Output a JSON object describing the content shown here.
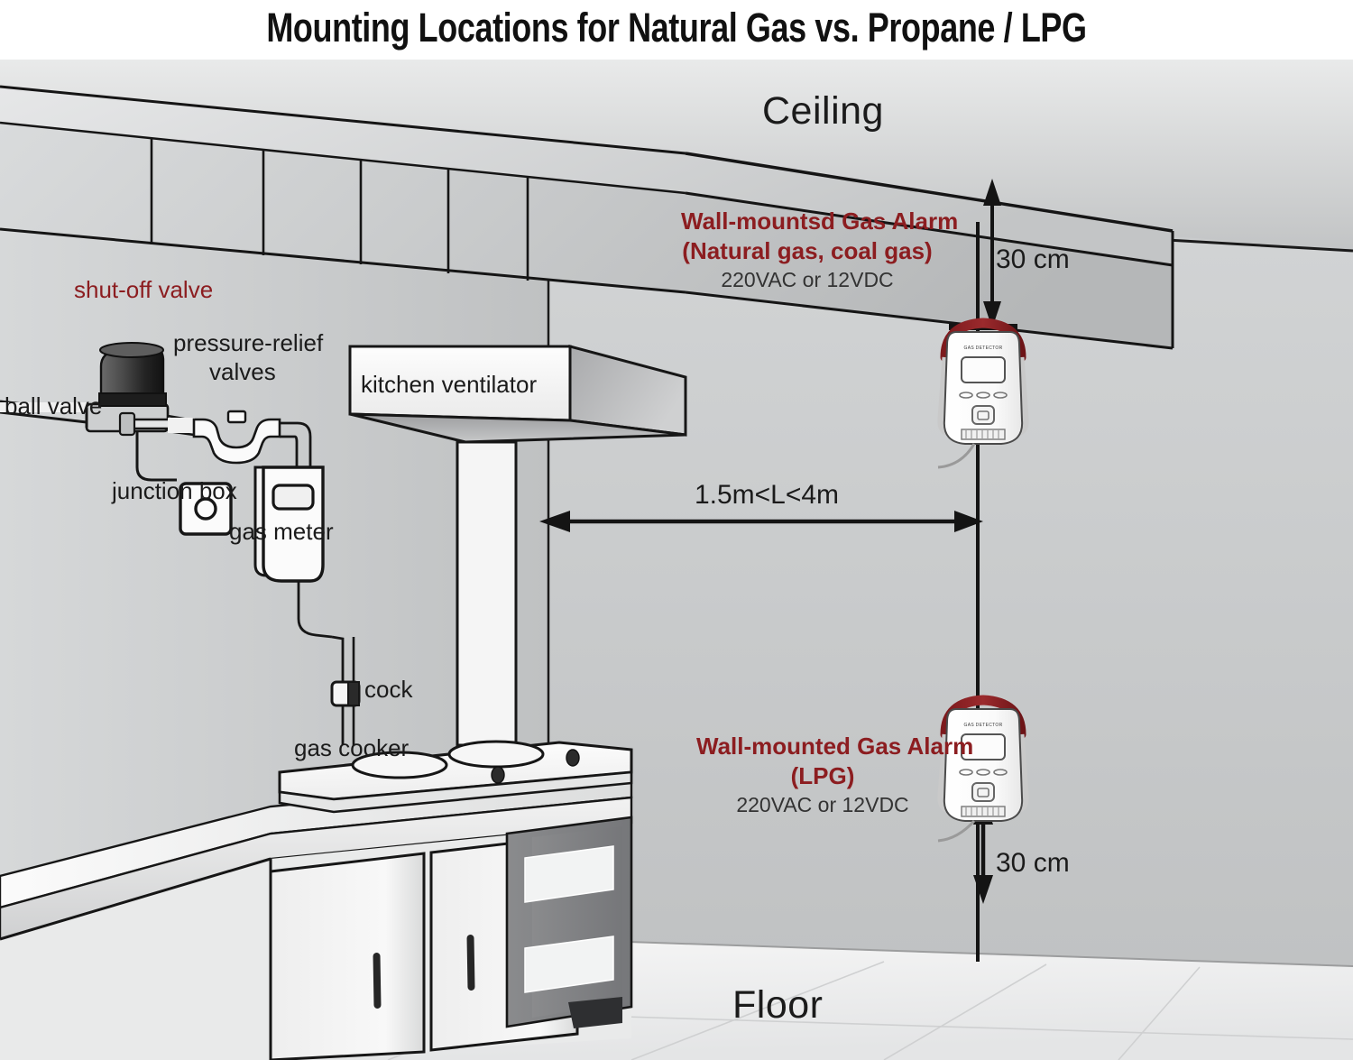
{
  "title": "Mounting Locations for Natural Gas vs. Propane / LPG",
  "room": {
    "ceiling_label": "Ceiling",
    "floor_label": "Floor"
  },
  "equipment": [
    {
      "id": "shut-off-valve",
      "label": "shut-off valve",
      "color": "#8c1d20"
    },
    {
      "id": "pressure-relief",
      "label": "pressure-relief",
      "color": "#1b1b1b"
    },
    {
      "id": "pressure-relief-2",
      "label": "valves",
      "color": "#1b1b1b"
    },
    {
      "id": "ball-valve",
      "label": "ball valve",
      "color": "#1b1b1b"
    },
    {
      "id": "junction-box",
      "label": "junction box",
      "color": "#1b1b1b"
    },
    {
      "id": "gas-meter",
      "label": "gas meter",
      "color": "#1b1b1b"
    },
    {
      "id": "kitchen-ventilator",
      "label": "kitchen ventilator",
      "color": "#1b1b1b"
    },
    {
      "id": "cock",
      "label": "cock",
      "color": "#1b1b1b"
    },
    {
      "id": "gas-cooker",
      "label": "gas cooker",
      "color": "#1b1b1b"
    }
  ],
  "alarms": [
    {
      "id": "natural-gas-alarm",
      "line1": "Wall-mountsd Gas Alarm",
      "line2": "(Natural gas, coal gas)",
      "line3": "220VAC or 12VDC",
      "title_color": "#8c1d20",
      "spec_color": "#333333",
      "device_caption": "GAS DETECTOR",
      "mount_distance": "30 cm",
      "mount_reference": "ceiling"
    },
    {
      "id": "lpg-alarm",
      "line1": "Wall-mounted Gas Alarm",
      "line2": "(LPG)",
      "line3": "220VAC or 12VDC",
      "title_color": "#8c1d20",
      "spec_color": "#333333",
      "device_caption": "GAS DETECTOR",
      "mount_distance": "30 cm",
      "mount_reference": "floor"
    }
  ],
  "dimensions": {
    "horizontal_span": "1.5m<L<4m",
    "top_drop": "30 cm",
    "bottom_rise": "30 cm"
  },
  "colors": {
    "accent_red": "#8c1d20",
    "device_band": "#7e1f22",
    "wall": "#c5c7c8",
    "ceiling": "#b9bbbc",
    "floor": "#f2f2f2",
    "oven": "#7f8082",
    "outline": "#111111"
  }
}
